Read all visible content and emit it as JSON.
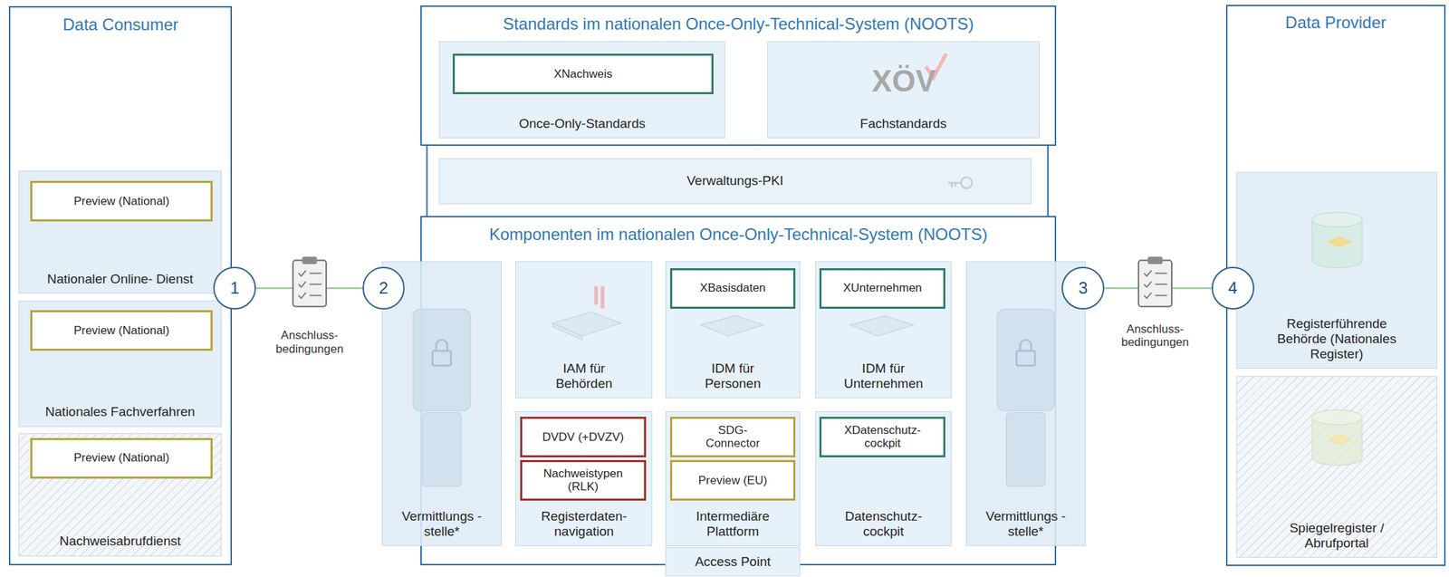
{
  "diagram": {
    "nodes": [
      {
        "text": [
          "Data Consumer"
        ]
      },
      {
        "text": [
          "Nationaler Online- Dienst"
        ],
        "in": 0
      },
      {
        "text": [
          "Preview (National)"
        ],
        "in": 1
      },
      {
        "text": [
          "Nationales Fachverfahren"
        ],
        "in": 0
      },
      {
        "text": [
          "Preview (National)"
        ],
        "in": 3
      },
      {
        "text": [
          "Nachweisabrufdienst"
        ],
        "in": 0
      },
      {
        "text": [
          "Preview (National)"
        ],
        "in": 5
      },
      {
        "text": [
          "Standards im nationalen Once-Only-Technical-System (NOOTS)"
        ]
      },
      {
        "text": [
          "Once-Only-Standards"
        ],
        "in": 7
      },
      {
        "text": [
          "XNachweis"
        ],
        "in": 8
      },
      {
        "text": [
          "Fachstandards"
        ],
        "in": 7
      },
      {
        "text": [
          "Verwaltungs-PKI"
        ]
      },
      {
        "text": [
          "Komponenten im nationalen Once-Only-Technical-System (NOOTS)"
        ]
      },
      {
        "text": [
          "Vermittlungs -stelle*"
        ],
        "in": 12
      },
      {
        "text": [
          "IAM für Behörden"
        ],
        "in": 12
      },
      {
        "text": [
          "IDM für Personen"
        ],
        "in": 12
      },
      {
        "text": [
          "XBasisdaten"
        ],
        "in": 15
      },
      {
        "text": [
          "IDM für Unternehmen"
        ],
        "in": 12
      },
      {
        "text": [
          "XUnternehmen"
        ],
        "in": 17
      },
      {
        "text": [
          "Registerdaten- navigation"
        ],
        "in": 12
      },
      {
        "text": [
          "DVDV (+DVZV)"
        ],
        "in": 19
      },
      {
        "text": [
          "Nachweistypen (RLK)"
        ],
        "in": 19
      },
      {
        "text": [
          "Intermediäre Plattform"
        ],
        "in": 12
      },
      {
        "text": [
          "SDG- Connector"
        ],
        "in": 22
      },
      {
        "text": [
          "Preview (EU)"
        ],
        "in": 22
      },
      {
        "text": [
          "Access Point"
        ],
        "in": 22
      },
      {
        "text": [
          "Datenschutz- cockpit"
        ],
        "in": 12
      },
      {
        "text": [
          "XDatenschutz- cockpit"
        ],
        "in": 26
      },
      {
        "text": [
          "Vermittlungs -stelle*"
        ],
        "in": 12
      },
      {
        "text": [
          "Data Provider"
        ]
      },
      {
        "text": [
          "Registerführende Behörde (Nationales Register)"
        ],
        "in": 29
      },
      {
        "text": [
          "Spiegelregister / Abrufportal"
        ],
        "in": 29
      },
      {
        "text": [
          "1"
        ]
      },
      {
        "text": [
          "2"
        ]
      },
      {
        "text": [
          "3"
        ]
      },
      {
        "text": [
          "4"
        ]
      }
    ],
    "edges": [
      {
        "from": 32,
        "to": 33,
        "arrow": "none"
      },
      {
        "from": 34,
        "to": 35,
        "arrow": "none"
      }
    ],
    "labels": [
      "Anschluss- bedingungen",
      "Anschluss- bedingungen",
      "XÖV"
    ]
  }
}
